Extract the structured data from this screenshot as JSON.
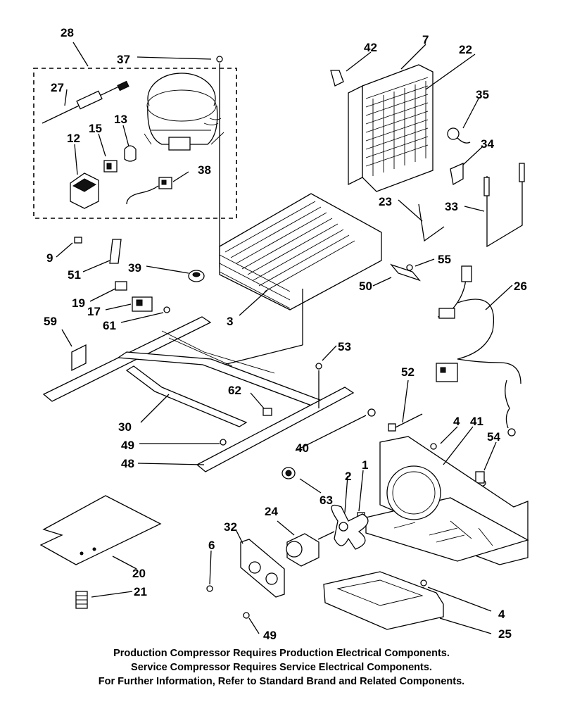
{
  "callouts": {
    "c28": "28",
    "c37": "37",
    "c27": "27",
    "c13": "13",
    "c15": "15",
    "c12": "12",
    "c38": "38",
    "c42": "42",
    "c7": "7",
    "c22": "22",
    "c35": "35",
    "c34": "34",
    "c23": "23",
    "c33": "33",
    "c9": "9",
    "c51": "51",
    "c39": "39",
    "c19": "19",
    "c17": "17",
    "c61": "61",
    "c3": "3",
    "c55": "55",
    "c50": "50",
    "c26": "26",
    "c59": "59",
    "c53": "53",
    "c62": "62",
    "c52": "52",
    "c30": "30",
    "c49a": "49",
    "c40": "40",
    "c4a": "4",
    "c41": "41",
    "c54": "54",
    "c48": "48",
    "c1": "1",
    "c2": "2",
    "c63": "63",
    "c24": "24",
    "c32": "32",
    "c6": "6",
    "c20": "20",
    "c21": "21",
    "c4b": "4",
    "c25": "25",
    "c49b": "49"
  },
  "footer": {
    "line1": "Production Compressor Requires Production Electrical Components.",
    "line2": "Service Compressor Requires Service Electrical Components.",
    "line3": "For Further Information, Refer to Standard Brand and Related Components."
  }
}
